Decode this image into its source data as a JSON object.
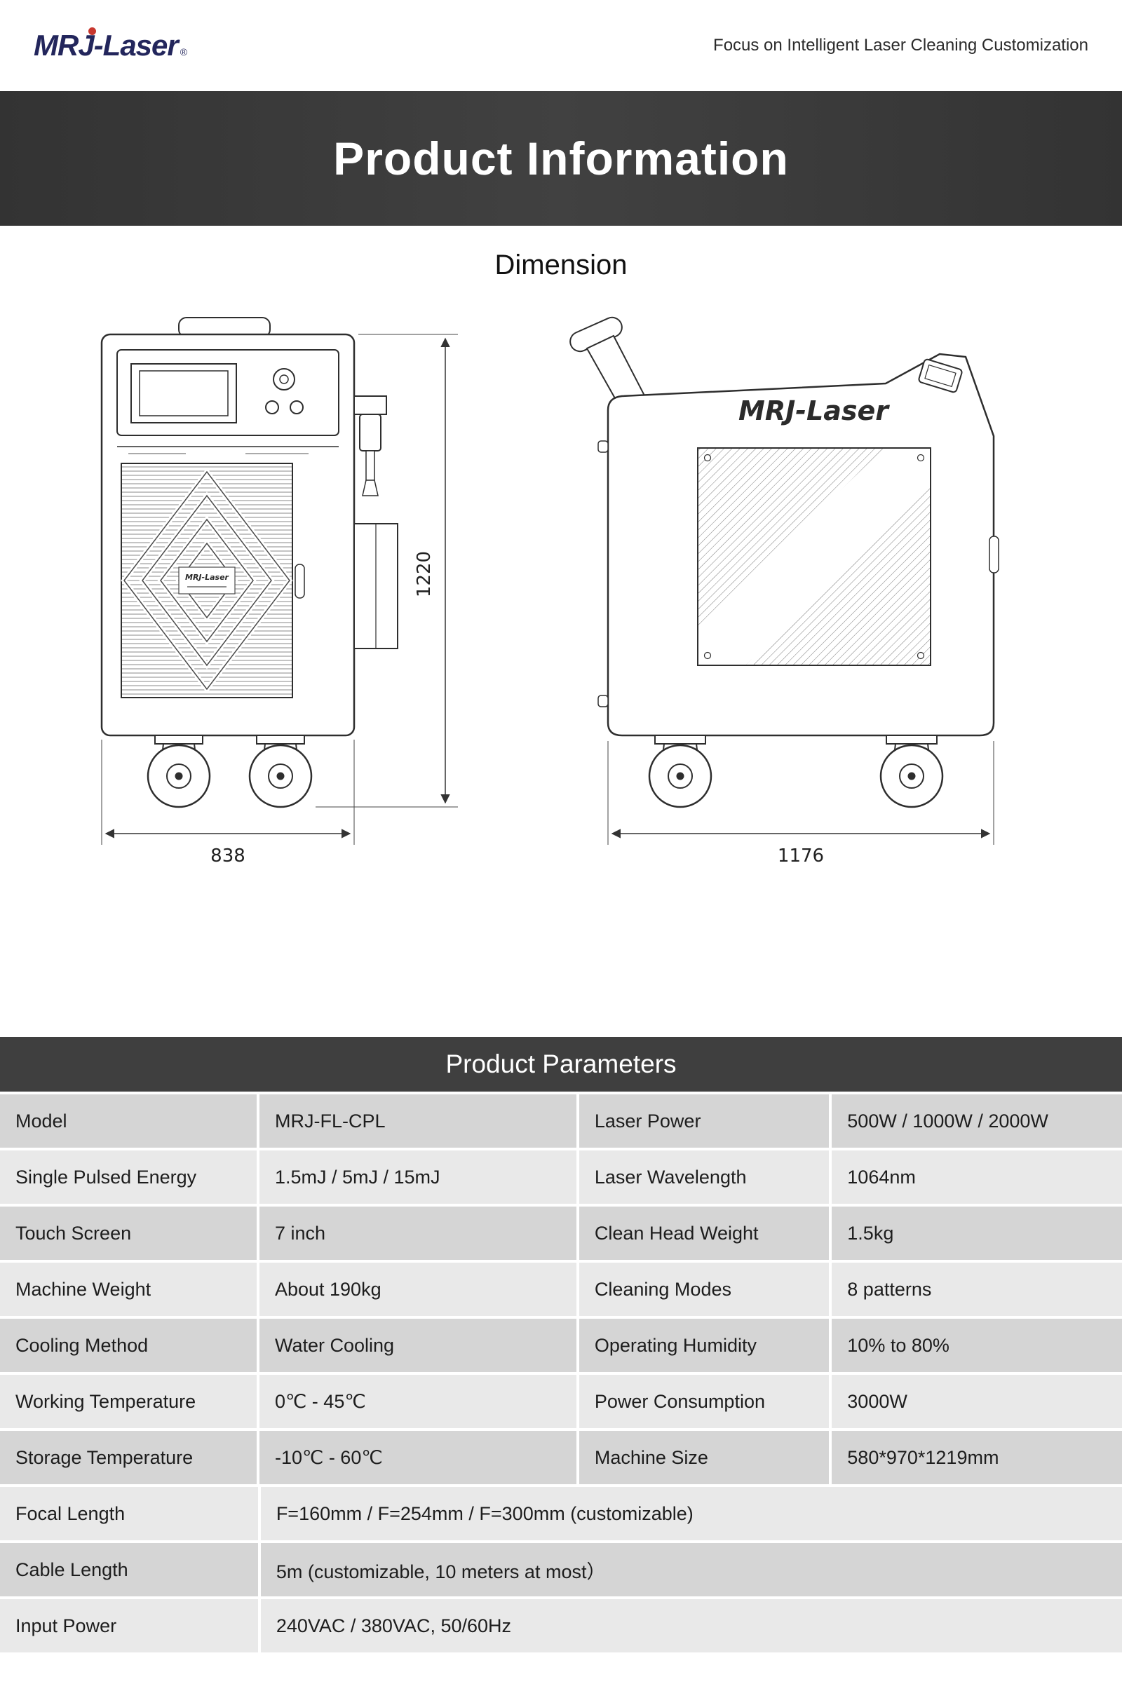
{
  "header": {
    "logo_text": "MRJ-Laser",
    "logo_registered": "®",
    "tagline": "Focus on Intelligent Laser Cleaning Customization"
  },
  "banner": {
    "title": "Product Information"
  },
  "dimension_section": {
    "title": "Dimension",
    "front_view": {
      "height_label": "1220",
      "width_label": "838",
      "plate_logo": "MRJ-Laser"
    },
    "side_view": {
      "width_label": "1176",
      "body_logo": "MRJ-Laser"
    }
  },
  "parameters": {
    "title": "Product Parameters",
    "rows": [
      {
        "c1": "Model",
        "c2": "MRJ-FL-CPL",
        "c3": "Laser Power",
        "c4": "500W / 1000W / 2000W"
      },
      {
        "c1": "Single Pulsed Energy",
        "c2": "1.5mJ / 5mJ / 15mJ",
        "c3": "Laser Wavelength",
        "c4": "1064nm"
      },
      {
        "c1": "Touch Screen",
        "c2": "7 inch",
        "c3": "Clean Head Weight",
        "c4": "1.5kg"
      },
      {
        "c1": "Machine Weight",
        "c2": "About 190kg",
        "c3": "Cleaning Modes",
        "c4": "8 patterns"
      },
      {
        "c1": "Cooling Method",
        "c2": "Water Cooling",
        "c3": "Operating Humidity",
        "c4": "10% to 80%"
      },
      {
        "c1": "Working Temperature",
        "c2": "0℃ - 45℃",
        "c3": "Power Consumption",
        "c4": "3000W"
      },
      {
        "c1": "Storage Temperature",
        "c2": "-10℃ - 60℃",
        "c3": "Machine Size",
        "c4": "580*970*1219mm"
      }
    ],
    "full_rows": [
      {
        "label": "Focal Length",
        "value": "F=160mm / F=254mm / F=300mm (customizable)"
      },
      {
        "label": "Cable Length",
        "value": "5m (customizable, 10 meters at most）"
      },
      {
        "label": "Input Power",
        "value": "240VAC / 380VAC, 50/60Hz"
      }
    ]
  },
  "colors": {
    "banner_bg": "#3a3a3a",
    "params_banner_bg": "#3f3f3f",
    "logo_navy": "#23265c",
    "accent_red": "#c8372e",
    "row_dark": "#d5d5d5",
    "row_light": "#e9e9e9"
  }
}
